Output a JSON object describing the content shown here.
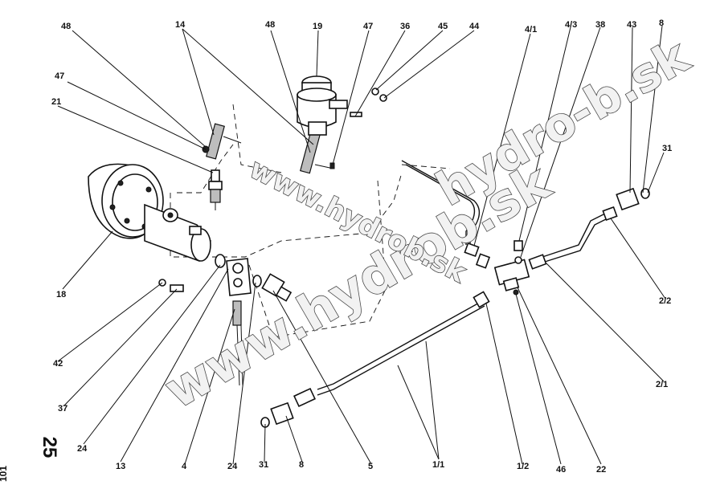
{
  "labels": {
    "l48a": "48",
    "l14": "14",
    "l48b": "48",
    "l19": "19",
    "l47a": "47",
    "l36": "36",
    "l45": "45",
    "l44": "44",
    "l4_1": "4/1",
    "l4_3": "4/3",
    "l38": "38",
    "l43": "43",
    "l8a": "8",
    "l47b": "47",
    "l21": "21",
    "l31a": "31",
    "l18": "18",
    "l2_2": "2/2",
    "l42": "42",
    "l2_1": "2/1",
    "l37": "37",
    "l24a": "24",
    "l13": "13",
    "l4": "4",
    "l24b": "24",
    "l31b": "31",
    "l8b": "8",
    "l5": "5",
    "l1_1": "1/1",
    "l1_2": "1/2",
    "l46": "46",
    "l22": "22"
  },
  "page_number": "25",
  "side_number": "101",
  "watermarks": {
    "diagonal": "www.hydrob.sk",
    "corner": "hydro-b.sk",
    "small": "www.hydrob.sk"
  }
}
